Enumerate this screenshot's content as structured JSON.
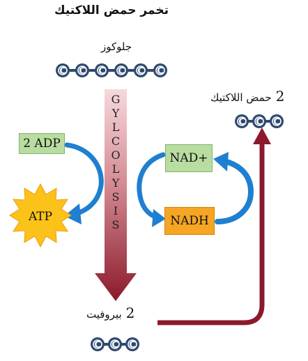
{
  "title": "تخمر حمض اللاكتيك",
  "glucose": {
    "label": "جلوكوز",
    "carbons": [
      "C",
      "C",
      "C",
      "C",
      "C",
      "C"
    ]
  },
  "pathway": {
    "letters": [
      "G",
      "Y",
      "L",
      "C",
      "O",
      "L",
      "Y",
      "S",
      "I",
      "S"
    ]
  },
  "adp": {
    "label": "2 ADP"
  },
  "atp": {
    "label": "ATP"
  },
  "nad": {
    "label": "NAD+"
  },
  "nadh": {
    "label": "NADH"
  },
  "lactic": {
    "count": "2",
    "label": "حمض اللاكتيك",
    "carbons": [
      "C",
      "C",
      "C"
    ]
  },
  "pyruvate": {
    "count": "2",
    "label": "بيروفيت",
    "carbons": [
      "C",
      "C",
      "C"
    ]
  },
  "colors": {
    "carbon": "#2e4a6e",
    "blue_arrow": "#1f7fd0",
    "maroon_arrow": "#8b1a2b",
    "box_green": "#b9dda0",
    "box_orange": "#f6a524",
    "atp_star": "#fbc21a"
  }
}
